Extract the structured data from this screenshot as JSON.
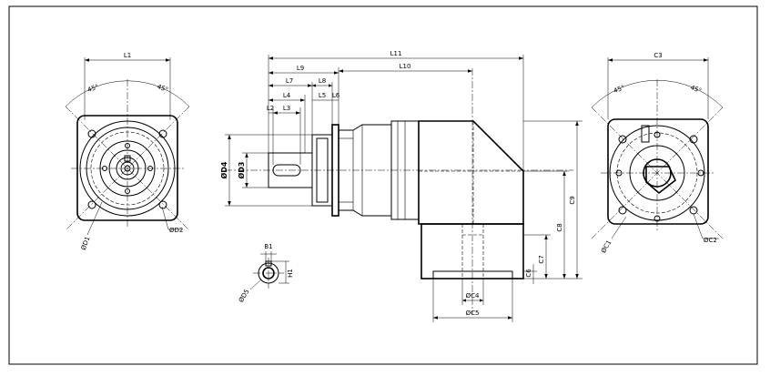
{
  "labels": {
    "L1": "L1",
    "a45_l1_left": "45°",
    "a45_l1_right": "45°",
    "D1": "ØD1",
    "D2": "ØD2",
    "L11": "L11",
    "L10": "L10",
    "L9": "L9",
    "L7": "L7",
    "L8": "L8",
    "L4": "L4",
    "L5": "L5",
    "L6": "L6",
    "L2": "L2",
    "L3": "L3",
    "D4": "ØD4",
    "D3": "ØD3",
    "B1": "B1",
    "H1": "H1",
    "D5": "ØD5",
    "C9": "C9",
    "C8": "C8",
    "C7": "C7",
    "C6": "C6",
    "C4": "ØC4",
    "C5": "ØC5",
    "C3": "C3",
    "a45_c3_left": "45°",
    "a45_c3_right": "45°",
    "C1": "ØC1",
    "C2": "ØC2"
  }
}
